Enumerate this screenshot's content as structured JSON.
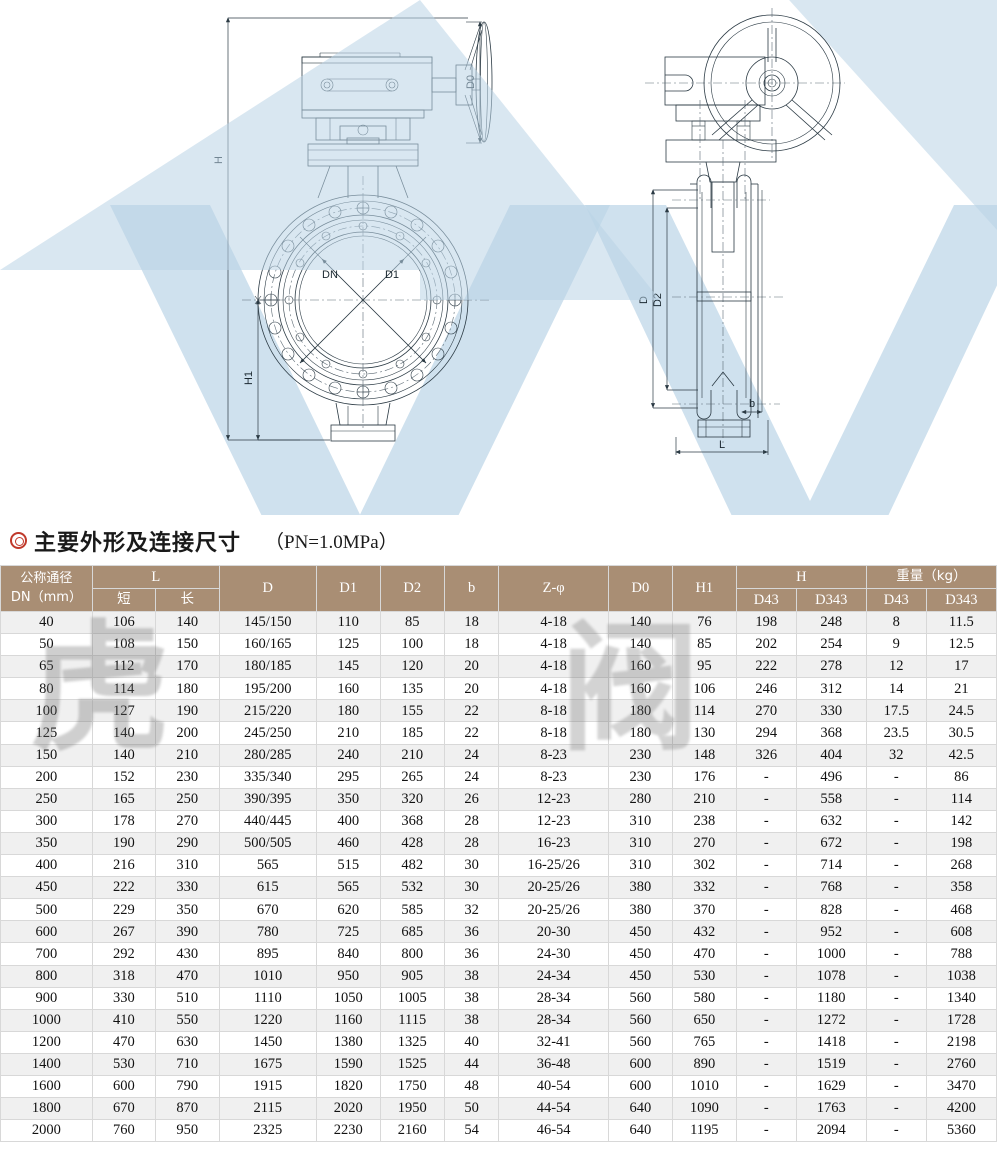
{
  "section": {
    "bullet_icon": "double-ring-icon",
    "title": "主要外形及连接尺寸",
    "pressure_note": "（PN=1.0MPa）"
  },
  "watermark": {
    "left_text": "虎",
    "right_text": "阀"
  },
  "drawing": {
    "front_view": {
      "name": "butterfly-valve-front-view",
      "labels": [
        "H",
        "D0",
        "H1",
        "DN",
        "D1"
      ]
    },
    "side_view": {
      "name": "butterfly-valve-side-view",
      "labels": [
        "D",
        "D2",
        "b",
        "L"
      ]
    }
  },
  "table": {
    "header": {
      "col_dn": "公称通径\nDN（mm）",
      "col_dn_line1": "公称通径",
      "col_dn_line2": "DN（mm）",
      "group_l": "L",
      "l_short": "短",
      "l_long": "长",
      "col_d": "D",
      "col_d1": "D1",
      "col_d2": "D2",
      "col_b": "b",
      "col_z_phi": "Z-φ",
      "col_d0": "D0",
      "col_h1": "H1",
      "group_h": "H",
      "h_d43": "D43",
      "h_d343": "D343",
      "group_weight": "重量（kg）",
      "w_d43": "D43",
      "w_d343": "D343"
    },
    "rows": [
      [
        "40",
        "106",
        "140",
        "145/150",
        "110",
        "85",
        "18",
        "4-18",
        "140",
        "76",
        "198",
        "248",
        "8",
        "11.5"
      ],
      [
        "50",
        "108",
        "150",
        "160/165",
        "125",
        "100",
        "18",
        "4-18",
        "140",
        "85",
        "202",
        "254",
        "9",
        "12.5"
      ],
      [
        "65",
        "112",
        "170",
        "180/185",
        "145",
        "120",
        "20",
        "4-18",
        "160",
        "95",
        "222",
        "278",
        "12",
        "17"
      ],
      [
        "80",
        "114",
        "180",
        "195/200",
        "160",
        "135",
        "20",
        "4-18",
        "160",
        "106",
        "246",
        "312",
        "14",
        "21"
      ],
      [
        "100",
        "127",
        "190",
        "215/220",
        "180",
        "155",
        "22",
        "8-18",
        "180",
        "114",
        "270",
        "330",
        "17.5",
        "24.5"
      ],
      [
        "125",
        "140",
        "200",
        "245/250",
        "210",
        "185",
        "22",
        "8-18",
        "180",
        "130",
        "294",
        "368",
        "23.5",
        "30.5"
      ],
      [
        "150",
        "140",
        "210",
        "280/285",
        "240",
        "210",
        "24",
        "8-23",
        "230",
        "148",
        "326",
        "404",
        "32",
        "42.5"
      ],
      [
        "200",
        "152",
        "230",
        "335/340",
        "295",
        "265",
        "24",
        "8-23",
        "230",
        "176",
        "-",
        "496",
        "-",
        "86"
      ],
      [
        "250",
        "165",
        "250",
        "390/395",
        "350",
        "320",
        "26",
        "12-23",
        "280",
        "210",
        "-",
        "558",
        "-",
        "114"
      ],
      [
        "300",
        "178",
        "270",
        "440/445",
        "400",
        "368",
        "28",
        "12-23",
        "310",
        "238",
        "-",
        "632",
        "-",
        "142"
      ],
      [
        "350",
        "190",
        "290",
        "500/505",
        "460",
        "428",
        "28",
        "16-23",
        "310",
        "270",
        "-",
        "672",
        "-",
        "198"
      ],
      [
        "400",
        "216",
        "310",
        "565",
        "515",
        "482",
        "30",
        "16-25/26",
        "310",
        "302",
        "-",
        "714",
        "-",
        "268"
      ],
      [
        "450",
        "222",
        "330",
        "615",
        "565",
        "532",
        "30",
        "20-25/26",
        "380",
        "332",
        "-",
        "768",
        "-",
        "358"
      ],
      [
        "500",
        "229",
        "350",
        "670",
        "620",
        "585",
        "32",
        "20-25/26",
        "380",
        "370",
        "-",
        "828",
        "-",
        "468"
      ],
      [
        "600",
        "267",
        "390",
        "780",
        "725",
        "685",
        "36",
        "20-30",
        "450",
        "432",
        "-",
        "952",
        "-",
        "608"
      ],
      [
        "700",
        "292",
        "430",
        "895",
        "840",
        "800",
        "36",
        "24-30",
        "450",
        "470",
        "-",
        "1000",
        "-",
        "788"
      ],
      [
        "800",
        "318",
        "470",
        "1010",
        "950",
        "905",
        "38",
        "24-34",
        "450",
        "530",
        "-",
        "1078",
        "-",
        "1038"
      ],
      [
        "900",
        "330",
        "510",
        "1110",
        "1050",
        "1005",
        "38",
        "28-34",
        "560",
        "580",
        "-",
        "1180",
        "-",
        "1340"
      ],
      [
        "1000",
        "410",
        "550",
        "1220",
        "1160",
        "1115",
        "38",
        "28-34",
        "560",
        "650",
        "-",
        "1272",
        "-",
        "1728"
      ],
      [
        "1200",
        "470",
        "630",
        "1450",
        "1380",
        "1325",
        "40",
        "32-41",
        "560",
        "765",
        "-",
        "1418",
        "-",
        "2198"
      ],
      [
        "1400",
        "530",
        "710",
        "1675",
        "1590",
        "1525",
        "44",
        "36-48",
        "600",
        "890",
        "-",
        "1519",
        "-",
        "2760"
      ],
      [
        "1600",
        "600",
        "790",
        "1915",
        "1820",
        "1750",
        "48",
        "40-54",
        "600",
        "1010",
        "-",
        "1629",
        "-",
        "3470"
      ],
      [
        "1800",
        "670",
        "870",
        "2115",
        "2020",
        "1950",
        "50",
        "44-54",
        "640",
        "1090",
        "-",
        "1763",
        "-",
        "4200"
      ],
      [
        "2000",
        "760",
        "950",
        "2325",
        "2230",
        "2160",
        "54",
        "46-54",
        "640",
        "1195",
        "-",
        "2094",
        "-",
        "5360"
      ]
    ]
  },
  "colors": {
    "header_brown": "#a98e74",
    "overlay_blue": "#b9d3e6",
    "accent_red": "#c0392b",
    "row_even": "#f0f0f0",
    "row_odd": "#ffffff"
  }
}
